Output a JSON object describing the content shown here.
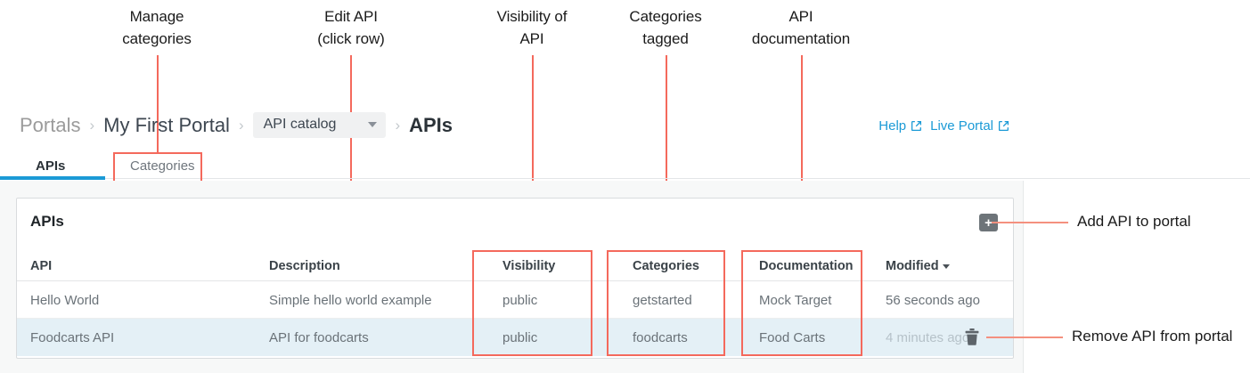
{
  "annotations": {
    "top": [
      {
        "id": "manage-categories",
        "text": "Manage\ncategories"
      },
      {
        "id": "edit-api",
        "text": "Edit API\n(click row)"
      },
      {
        "id": "visibility-of-api",
        "text": "Visibility of\nAPI"
      },
      {
        "id": "categories-tagged",
        "text": "Categories\ntagged"
      },
      {
        "id": "api-documentation",
        "text": "API\ndocumentation"
      }
    ],
    "right": [
      {
        "id": "add-api-to-portal",
        "text": "Add API to portal"
      },
      {
        "id": "remove-api-from-portal",
        "text": "Remove API from portal"
      }
    ],
    "color": "#f4695c",
    "line_color": "#f4907f"
  },
  "breadcrumb": {
    "root": "Portals",
    "portal": "My First Portal",
    "catalog_select": "API catalog",
    "current": "APIs",
    "separator": "›"
  },
  "toplinks": {
    "help": "Help",
    "live_portal": "Live Portal",
    "color": "#1b9ad6"
  },
  "tabs": [
    {
      "label": "APIs",
      "active": true
    },
    {
      "label": "Categories",
      "active": false
    }
  ],
  "card": {
    "title": "APIs",
    "add_button_label": "+"
  },
  "table": {
    "columns": [
      "API",
      "Description",
      "Visibility",
      "Categories",
      "Documentation",
      "Modified"
    ],
    "sorted_column": "Modified",
    "rows": [
      {
        "api": "Hello World",
        "description": "Simple hello world example",
        "visibility": "public",
        "categories": "getstarted",
        "documentation": "Mock Target",
        "modified": "56 seconds ago",
        "selected": false
      },
      {
        "api": "Foodcarts API",
        "description": "API for foodcarts",
        "visibility": "public",
        "categories": "foodcarts",
        "documentation": "Food Carts",
        "modified": "4 minutes ago",
        "selected": true
      }
    ]
  },
  "colors": {
    "accent": "#1b9ad6",
    "annotation": "#f4695c",
    "row_selected": "#e4f0f6",
    "panel_bg": "#f7f8f8"
  }
}
